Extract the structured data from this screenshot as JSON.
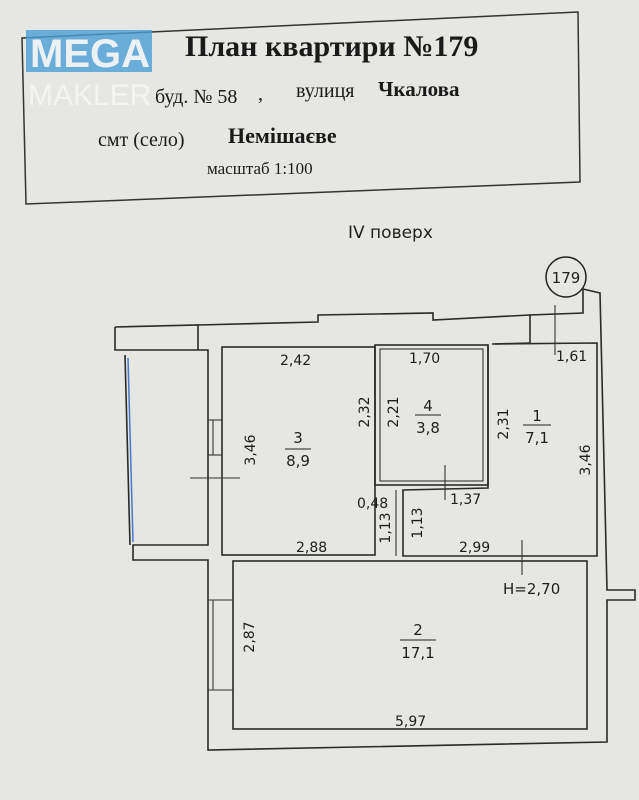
{
  "watermark": {
    "top": "MEGA",
    "bottom": "MAKLER",
    "color": "#4a9fd6"
  },
  "header": {
    "title": "План квартири №179",
    "building_label": "буд. № 58",
    "comma": ",",
    "street_label": "вулиця",
    "street": "Чкалова",
    "settlement_label": "смт (село)",
    "settlement": "Немішаєве",
    "scale": "масштаб  1:100"
  },
  "floor": "IV поверх",
  "apartment_marker": "179",
  "ceiling_height": "H=2,70",
  "rooms": [
    {
      "number": "1",
      "area": "7,1"
    },
    {
      "number": "2",
      "area": "17,1"
    },
    {
      "number": "3",
      "area": "8,9"
    },
    {
      "number": "4",
      "area": "3,8"
    }
  ],
  "dimensions": {
    "r3_top": "2,42",
    "r3_left": "3,46",
    "r3_right": "2,32",
    "r3_bottom": "2,88",
    "r4_top": "1,70",
    "r4_left": "2,21",
    "r4_bottom": "1,37",
    "r1_top": "1,61",
    "r1_left": "2,31",
    "r1_right": "3,46",
    "r1_bottom": "2,99",
    "corr_width": "0,48",
    "corr_left": "1,13",
    "corr_right": "1,13",
    "r2_left": "2,87",
    "r2_bottom": "5,97"
  }
}
